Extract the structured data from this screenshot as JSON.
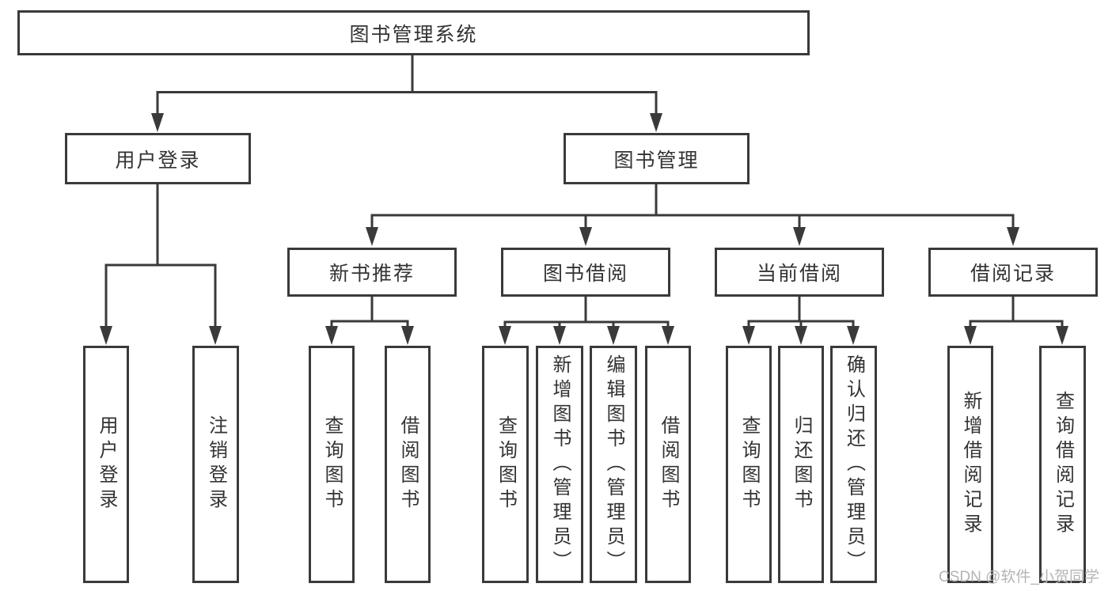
{
  "diagram": {
    "root": {
      "label": "图书管理系统"
    },
    "level2": [
      {
        "id": "user-login",
        "label": "用户登录",
        "parent": "图书管理系统"
      },
      {
        "id": "book-management",
        "label": "图书管理",
        "parent": "图书管理系统"
      }
    ],
    "level3": [
      {
        "id": "new-book-recommendation",
        "label": "新书推荐",
        "parent": "图书管理"
      },
      {
        "id": "book-borrowing",
        "label": "图书借阅",
        "parent": "图书管理"
      },
      {
        "id": "current-borrowing",
        "label": "当前借阅",
        "parent": "图书管理"
      },
      {
        "id": "borrowing-records",
        "label": "借阅记录",
        "parent": "图书管理"
      }
    ],
    "level4": [
      {
        "label": "用户登录",
        "parent": "用户登录"
      },
      {
        "label": "注销登录",
        "parent": "用户登录"
      },
      {
        "label": "查询图书",
        "parent": "新书推荐"
      },
      {
        "label": "借阅图书",
        "parent": "新书推荐"
      },
      {
        "label": "查询图书",
        "parent": "图书借阅"
      },
      {
        "label": "新增图书（管理员）",
        "parent": "图书借阅"
      },
      {
        "label": "编辑图书（管理员）",
        "parent": "图书借阅"
      },
      {
        "label": "借阅图书",
        "parent": "图书借阅"
      },
      {
        "label": "查询图书",
        "parent": "当前借阅"
      },
      {
        "label": "归还图书",
        "parent": "当前借阅"
      },
      {
        "label": "确认归还（管理员）",
        "parent": "当前借阅"
      },
      {
        "label": "新增借阅记录",
        "parent": "借阅记录"
      },
      {
        "label": "查询借阅记录",
        "parent": "借阅记录"
      }
    ]
  },
  "watermark": {
    "text": "CSDN @软件_小贺同学"
  },
  "colors": {
    "line": "#3a3a3a",
    "box_border": "#3a3a3a",
    "box_fill": "#ffffff",
    "text": "#333333",
    "watermark": "#b4b4b8",
    "background": "#ffffff"
  }
}
